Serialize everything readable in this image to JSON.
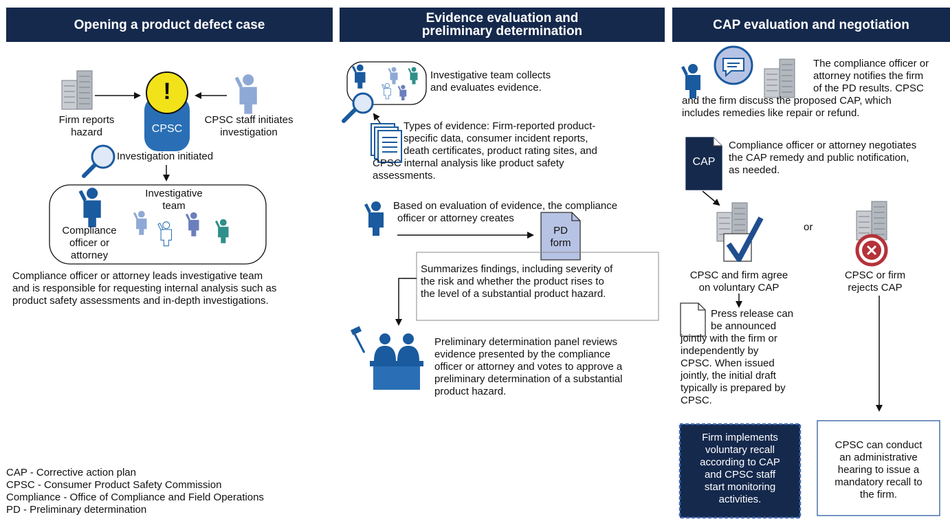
{
  "columns": {
    "col1": {
      "title": "Opening a product defect case"
    },
    "col2": {
      "title_line1": "Evidence evaluation and",
      "title_line2": "preliminary determination"
    },
    "col3": {
      "title": "CAP evaluation and negotiation"
    }
  },
  "col1": {
    "firm_reports_line1": "Firm reports",
    "firm_reports_line2": "hazard",
    "cpsc_badge": "CPSC",
    "alert_symbol": "!",
    "staff_line1": "CPSC staff initiates",
    "staff_line2": "investigation",
    "investigation_initiated": "Investigation initiated",
    "team_line1": "Investigative",
    "team_line2": "team",
    "officer_line1": "Compliance",
    "officer_line2": "officer or",
    "officer_line3": "attorney",
    "desc_line1": "Compliance officer or attorney leads investigative team",
    "desc_line2": "and is responsible for requesting internal analysis such as",
    "desc_line3": "product safety assessments and in-depth investigations."
  },
  "col2": {
    "collects_line1": "Investigative team collects",
    "collects_line2": "and evaluates evidence.",
    "types_line1": "Types of evidence: Firm-reported product-",
    "types_line2": "specific data, consumer incident reports,",
    "types_line3": "death certificates, product rating sites, and",
    "types_line4": "CPSC internal analysis like product safety",
    "types_line5": "assessments.",
    "based_line1": "Based on evaluation of evidence, the compliance",
    "based_line2": "officer or attorney creates",
    "pd_form_line1": "PD",
    "pd_form_line2": "form",
    "summary_line1": "Summarizes findings, including severity of",
    "summary_line2": "the risk and whether the product rises to",
    "summary_line3": "the level of a substantial product hazard.",
    "panel_line1": "Preliminary determination panel reviews",
    "panel_line2": "evidence presented by the compliance",
    "panel_line3": "officer or attorney and votes to approve a",
    "panel_line4": "preliminary determination of a substantial",
    "panel_line5": "product hazard."
  },
  "col3": {
    "notify_line1": "The compliance officer or",
    "notify_line2": "attorney notifies the firm",
    "notify_line3": "of the PD results. CPSC",
    "notify_line4": "and the firm discuss the proposed CAP, which",
    "notify_line5": "includes remedies like repair or refund.",
    "cap_doc": "CAP",
    "negotiates_line1": "Compliance officer or attorney negotiates",
    "negotiates_line2": "the CAP remedy and public notification,",
    "negotiates_line3": "as needed.",
    "or_label": "or",
    "agree_line1": "CPSC and firm agree",
    "agree_line2": "on voluntary CAP",
    "reject_line1": "CPSC or firm",
    "reject_line2": "rejects CAP",
    "press_line1": "Press release can",
    "press_line2": "be announced",
    "press_line3": "jointly with the firm or",
    "press_line4": "independently by",
    "press_line5": "CPSC. When issued",
    "press_line6": "jointly, the initial draft",
    "press_line7": "typically is prepared by",
    "press_line8": "CPSC.",
    "recall_line1": "Firm implements",
    "recall_line2": "voluntary recall",
    "recall_line3": "according to CAP",
    "recall_line4": "and CPSC staff",
    "recall_line5": "start monitoring",
    "recall_line6": "activities.",
    "hearing_line1": "CPSC can conduct",
    "hearing_line2": "an administrative",
    "hearing_line3": "hearing to issue a",
    "hearing_line4": "mandatory recall to",
    "hearing_line5": "the firm."
  },
  "legend": {
    "items": [
      "CAP - Corrective action plan",
      "CPSC - Consumer Product Safety Commission",
      "Compliance - Office of Compliance and Field Operations",
      "PD - Preliminary determination"
    ]
  },
  "colors": {
    "header_bg": "#15294d",
    "dark_blue": "#1a5a9e",
    "cpsc_blue": "#2a6fb5",
    "alert_yellow": "#f2e21a",
    "light_person": "#8fa9d6",
    "teal_person": "#2f8f8a",
    "building_gray": "#9aa0a8",
    "checkmark": "#1f4e8f",
    "reject_red": "#b5323a",
    "dashed_border": "#2c5aa0"
  }
}
